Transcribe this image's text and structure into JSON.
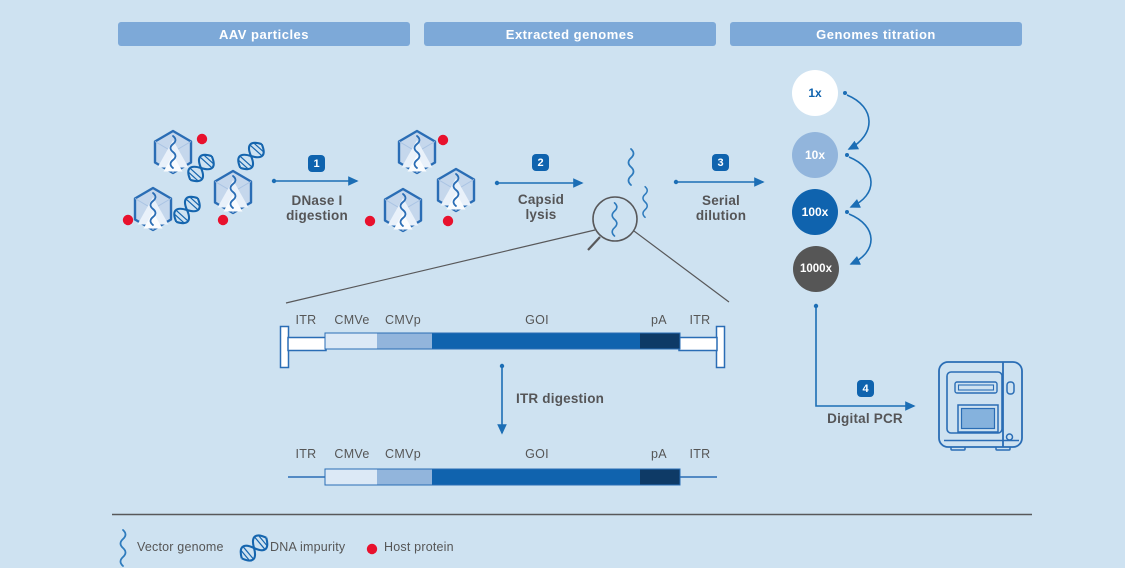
{
  "header": {
    "sections": [
      {
        "label": "AAV particles"
      },
      {
        "label": "Extracted genomes"
      },
      {
        "label": "Genomes titration"
      }
    ]
  },
  "steps": [
    {
      "number": "1",
      "label": "DNase I\ndigestion"
    },
    {
      "number": "2",
      "label": "Capsid\nlysis"
    },
    {
      "number": "3",
      "label": "Serial\ndilution"
    },
    {
      "number": "4",
      "label": "Digital PCR"
    }
  ],
  "dilution": {
    "levels": [
      {
        "label": "1x",
        "color": "#ffffff"
      },
      {
        "label": "10x",
        "color": "#92b5dc"
      },
      {
        "label": "100x",
        "color": "#0f63ae"
      },
      {
        "label": "1000x",
        "color": "#565656"
      }
    ]
  },
  "construct": {
    "labels": [
      "ITR",
      "CMVe",
      "CMVp",
      "GOI",
      "pA",
      "ITR"
    ],
    "segments": [
      {
        "name": "CMVe",
        "color": "#dce9f6"
      },
      {
        "name": "CMVp",
        "color": "#92b5dc"
      },
      {
        "name": "GOI",
        "color": "#1063ae"
      },
      {
        "name": "pA",
        "color": "#0e3a66"
      }
    ],
    "step_label": "ITR digestion"
  },
  "legend": {
    "items": [
      {
        "icon": "vector-genome-icon",
        "label": "Vector genome"
      },
      {
        "icon": "dna-impurity-icon",
        "label": "DNA impurity"
      },
      {
        "icon": "host-protein-icon",
        "label": "Host protein"
      }
    ]
  },
  "colors": {
    "background": "#cee2f1",
    "header_blue": "#7da9d8",
    "accent_blue": "#0f63ae",
    "arrow_blue": "#1c6eb5",
    "light_blue": "#92b5dc",
    "pale_blue": "#dce9f6",
    "navy": "#0e3a66",
    "gray": "#565656",
    "line_gray": "#58585a",
    "red": "#e8112d"
  }
}
